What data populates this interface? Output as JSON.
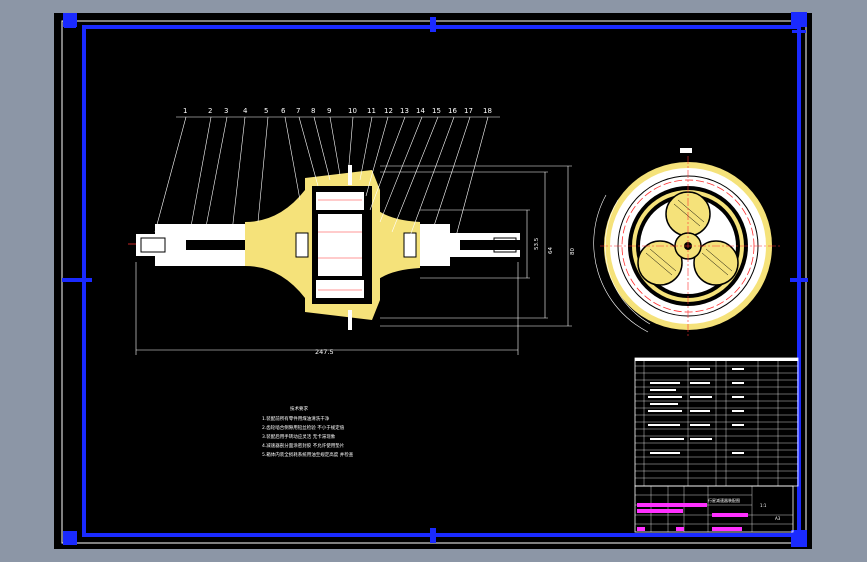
{
  "drawing": {
    "balloons": [
      "1",
      "2",
      "3",
      "4",
      "5",
      "6",
      "7",
      "8",
      "9",
      "10",
      "11",
      "12",
      "13",
      "14",
      "15",
      "16",
      "17",
      "18"
    ],
    "dimensions": {
      "overall_length": "247.5",
      "height_small": "53.5",
      "height_mid": "64",
      "height_large": "80"
    },
    "notes": {
      "title": "技术要求",
      "lines": [
        "1.装配前所有零件用煤油清洗干净",
        "2.齿轮啮合侧隙用铅丝检验 不小于规定值",
        "3.装配后用手转动应灵活 无卡滞现象",
        "4.减速器剖分面涂密封胶 不允许使用垫片",
        "5.箱体内装全损耗系统用油至规定高度 并检查"
      ]
    },
    "title_block": {
      "drawing_name": "行星减速器装配图",
      "scale_label": "1:1",
      "sheet_label": "A3"
    }
  },
  "colors": {
    "background": "#8c96a6",
    "sheet": "#000000",
    "frame": "#1a2aff",
    "gold": "#f5e27a",
    "red": "#ff3030",
    "magenta": "#ff30ff",
    "white": "#ffffff"
  }
}
